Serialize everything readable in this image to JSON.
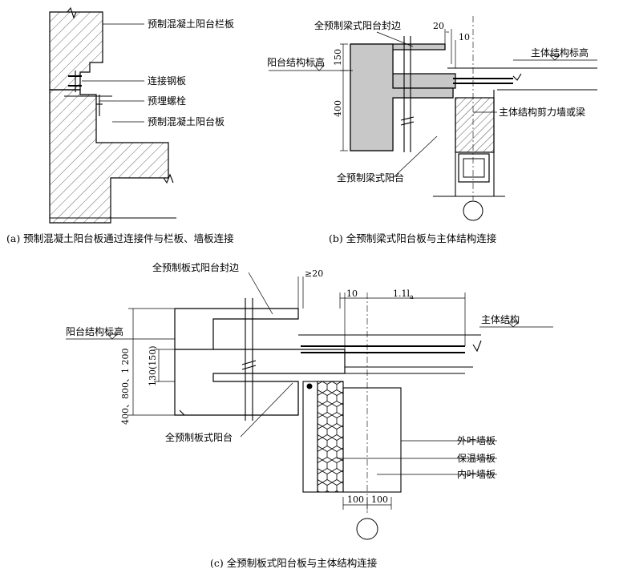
{
  "figure_a": {
    "labels": {
      "parapet": "预制混凝土阳台栏板",
      "steel_plate": "连接钢板",
      "bolt": "预埋螺栓",
      "slab": "预制混凝土阳台板"
    },
    "caption": "(a) 预制混凝土阳台板通过连接件与栏板、墙板连接"
  },
  "figure_b": {
    "labels": {
      "edge": "全预制梁式阳台封边",
      "balcony_level": "阳台结构标高",
      "main_level": "主体结构标高",
      "shear_wall": "主体结构剪力墙或梁",
      "balcony": "全预制梁式阳台"
    },
    "dims": {
      "d20": "20",
      "d10": "10",
      "d150": "150",
      "d400": "400"
    },
    "caption": "(b) 全预制梁式阳台板与主体结构连接"
  },
  "figure_c": {
    "labels": {
      "edge": "全预制板式阳台封边",
      "balcony_level": "阳台结构标高",
      "main_structure": "主体结构",
      "balcony": "全预制板式阳台",
      "outer_leaf": "外叶墙板",
      "insulation": "保温墙板",
      "inner_leaf": "内叶墙板"
    },
    "dims": {
      "ge20": "≥20",
      "d10": "10",
      "la": "1.1l",
      "la_sub": "a",
      "h130": "130(150)",
      "h1200": "400、800、1 200",
      "w100a": "100",
      "w100b": "100"
    },
    "caption": "(c) 全预制板式阳台板与主体结构连接"
  }
}
